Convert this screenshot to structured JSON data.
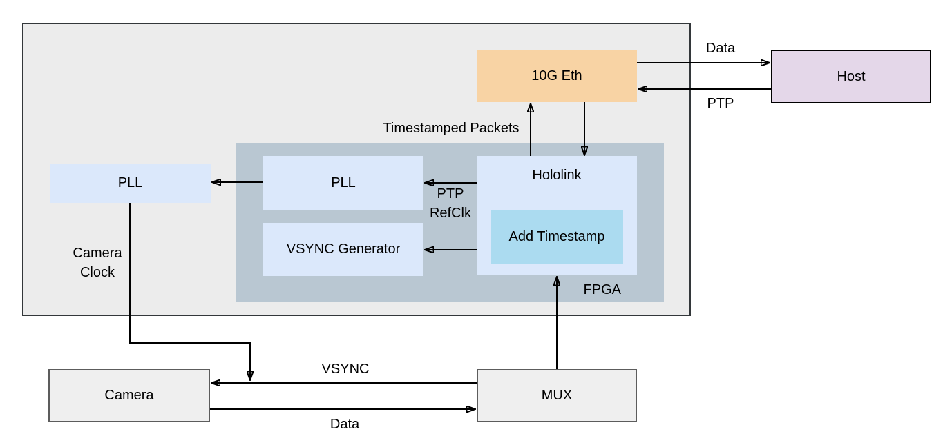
{
  "diagram": {
    "blocks": {
      "eth": "10G Eth",
      "host": "Host",
      "fpga": "FPGA",
      "hololink": "Hololink",
      "add_timestamp": "Add Timestamp",
      "pll_fpga": "PLL",
      "vsync_generator": "VSYNC Generator",
      "pll_external": "PLL",
      "camera": "Camera",
      "mux": "MUX"
    },
    "edge_labels": {
      "data_to_host": "Data",
      "ptp_from_host": "PTP",
      "timestamped_packets": "Timestamped Packets",
      "ptp_refclk": {
        "line1": "PTP",
        "line2": "RefClk"
      },
      "camera_clock": {
        "line1": "Camera",
        "line2": "Clock"
      },
      "vsync": "VSYNC",
      "data_from_camera": "Data"
    },
    "colors": {
      "board_fill": "#ececec",
      "board_border": "#33373a",
      "fpga_fill": "#b9c7d2",
      "block_blue_fill": "#dbe8fb",
      "add_timestamp_fill": "#abdbf0",
      "eth_fill": "#f8d3a4",
      "host_fill": "#e4d7e9",
      "host_border": "#000000",
      "io_block_fill": "#efefef",
      "io_block_border": "#5c5c5c",
      "connector": "#000000",
      "text": "#000000"
    }
  }
}
